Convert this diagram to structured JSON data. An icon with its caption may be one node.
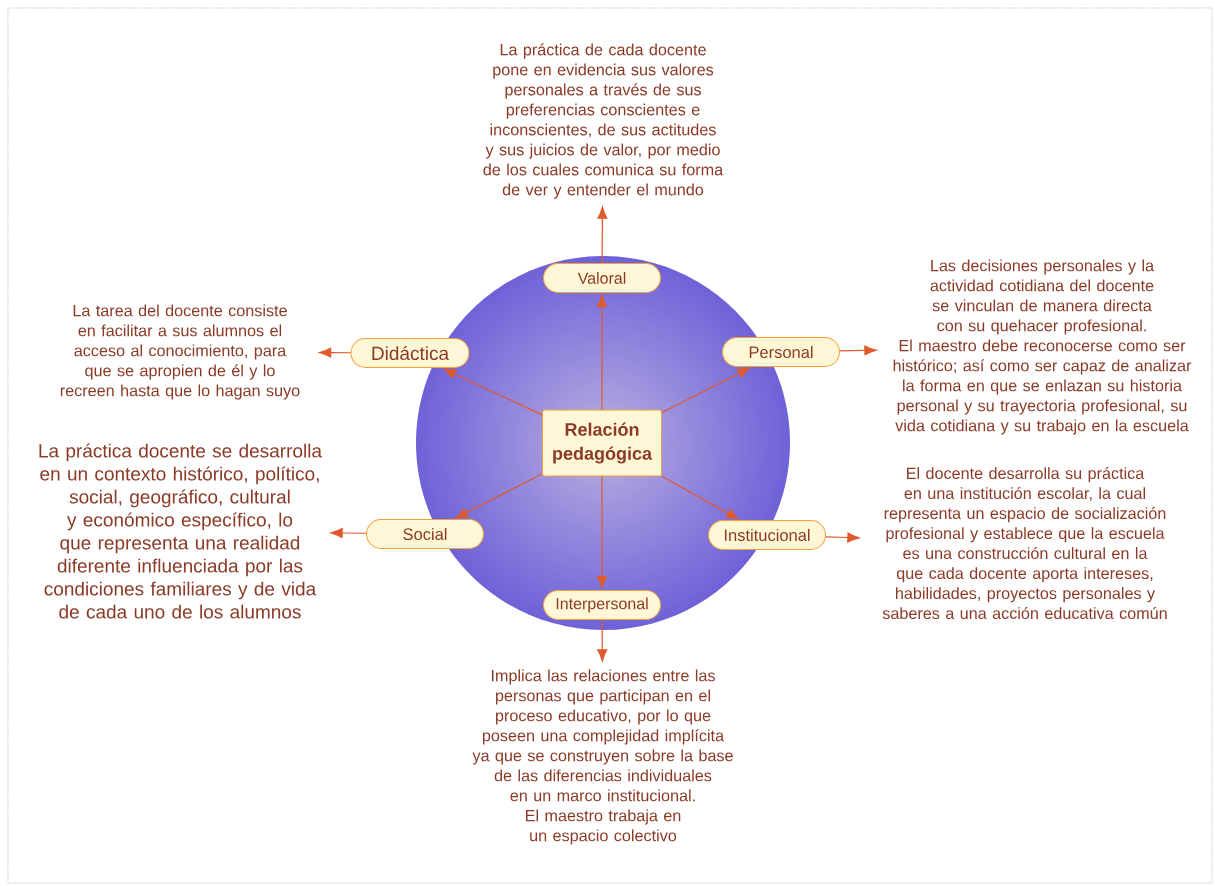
{
  "diagram": {
    "nodes": [
      {
        "text": [
          "Relación pedagógica"
        ]
      },
      {
        "text": [
          "Valoral"
        ]
      },
      {
        "text": [
          "Didáctica"
        ]
      },
      {
        "text": [
          "Personal"
        ]
      },
      {
        "text": [
          "Social"
        ]
      },
      {
        "text": [
          "Institucional"
        ]
      },
      {
        "text": [
          "Interpersonal"
        ]
      },
      {
        "text": [
          "La práctica de cada docente pone en evidencia sus valores personales a través de sus preferencias conscientes e inconscientes, de sus actitudes y sus juicios de valor, por medio de los cuales comunica su forma de ver y entender el mundo"
        ]
      },
      {
        "text": [
          "La tarea del docente consiste en facilitar a sus alumnos el acceso al conocimiento, para que se apropien de él y lo recreen hasta que lo hagan suyo"
        ]
      },
      {
        "text": [
          "Las decisiones personales y la actividad cotidiana del docente se vinculan de manera directa con su quehacer profesional.",
          "El maestro debe reconocerse como ser histórico; así como ser capaz de analizar la forma en que se enlazan su historia personal y su trayectoria profesional, su vida cotidiana y su trabajo en la escuela"
        ]
      },
      {
        "text": [
          "La práctica docente se desarrolla en un contexto histórico, político, social, geográfico, cultural y económico específico, lo que representa una realidad diferente influenciada por las condiciones familiares y de vida de cada uno de los alumnos"
        ]
      },
      {
        "text": [
          "El docente desarrolla su práctica en una institución escolar, la cual representa un espacio de socialización profesional y establece que la escuela es una construcción cultural en la que cada docente aporta intereses, habilidades, proyectos personales y saberes a una acción educativa común"
        ]
      },
      {
        "text": [
          "Implica las relaciones entre las personas que participan en el proceso educativo, por lo que poseen una complejidad implícita ya que se construyen sobre la base de las diferencias individuales en un marco institucional.",
          "El maestro trabaja en un espacio colectivo"
        ]
      }
    ],
    "edges": [
      {
        "from": 0,
        "to": 1,
        "arrow": "to"
      },
      {
        "from": 0,
        "to": 2,
        "arrow": "to"
      },
      {
        "from": 0,
        "to": 3,
        "arrow": "to"
      },
      {
        "from": 0,
        "to": 4,
        "arrow": "to"
      },
      {
        "from": 0,
        "to": 5,
        "arrow": "to"
      },
      {
        "from": 0,
        "to": 6,
        "arrow": "to"
      },
      {
        "from": 1,
        "to": 7,
        "arrow": "to"
      },
      {
        "from": 2,
        "to": 8,
        "arrow": "to"
      },
      {
        "from": 3,
        "to": 9,
        "arrow": "to"
      },
      {
        "from": 4,
        "to": 10,
        "arrow": "to"
      },
      {
        "from": 5,
        "to": 11,
        "arrow": "to"
      },
      {
        "from": 6,
        "to": 12,
        "arrow": "to"
      }
    ]
  }
}
